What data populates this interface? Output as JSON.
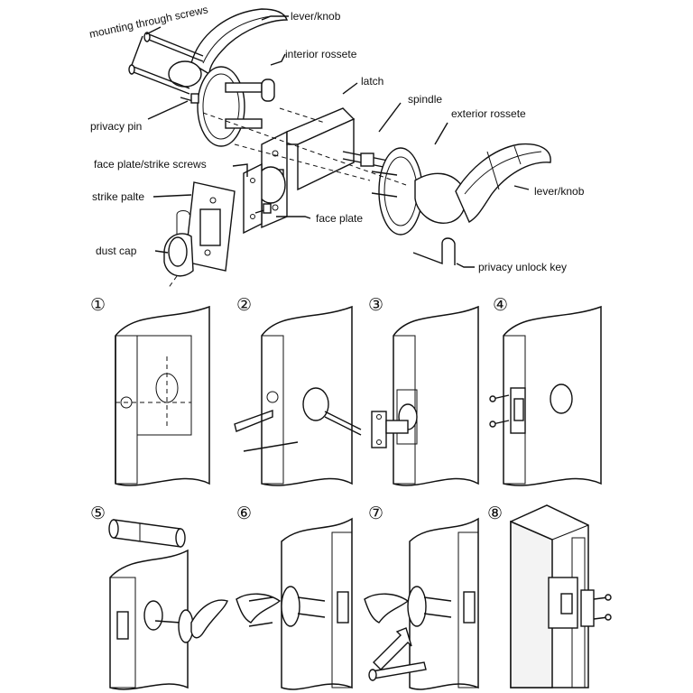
{
  "labels": {
    "mounting_screws": "mounting through screws",
    "lever_knob_top": "lever/knob",
    "interior_rossete": "interior rossete",
    "latch": "latch",
    "spindle": "spindle",
    "exterior_rossete": "exterior rossete",
    "privacy_pin": "privacy pin",
    "face_plate_strike_screws": "face plate/strike screws",
    "strike_palte": "strike palte",
    "lever_knob_right": "lever/knob",
    "face_plate": "face plate",
    "dust_cap": "dust cap",
    "privacy_unlock_key": "privacy unlock key"
  },
  "steps": [
    "①",
    "②",
    "③",
    "④",
    "⑤",
    "⑥",
    "⑦",
    "⑧"
  ]
}
